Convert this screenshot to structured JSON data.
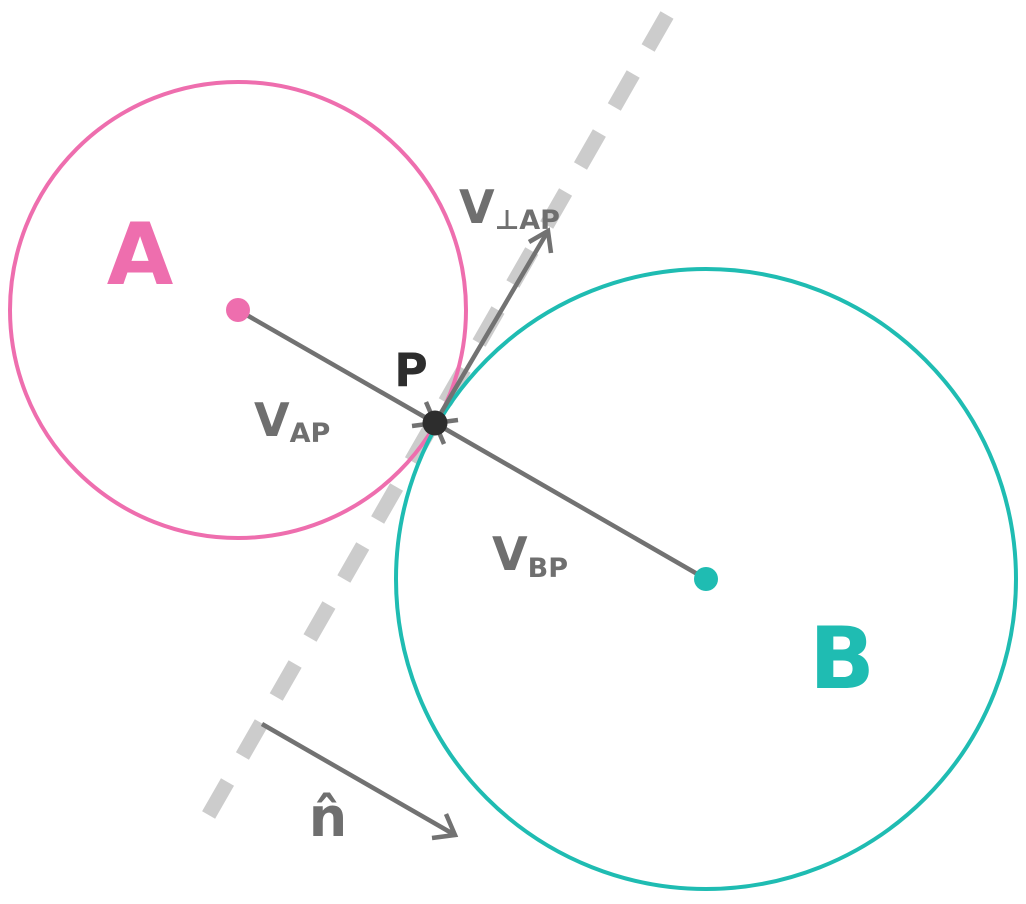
{
  "labels": {
    "body_a": "A",
    "body_b": "B",
    "contact_point": "P",
    "v_ap_main": "V",
    "v_ap_sub": "AP",
    "v_bp_main": "V",
    "v_bp_sub": "BP",
    "v_perp_ap_main": "V",
    "v_perp_ap_sub": "⊥AP",
    "normal": "n̂"
  },
  "colors": {
    "body_a": "#ee6eae",
    "body_b": "#1fbcb2",
    "vector": "#727272",
    "point": "#2d2d2d",
    "tangent_line": "#cccccc",
    "label_gray": "#6f6f6f"
  }
}
